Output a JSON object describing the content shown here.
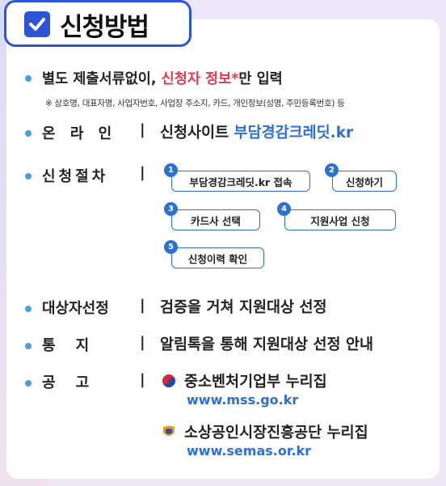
{
  "header": {
    "title": "신청방법"
  },
  "intro": {
    "prefix": "별도 제출서류없이, ",
    "highlight": "신청자 정보*",
    "suffix": "만 입력",
    "note": "※ 상호명, 대표자명, 사업자번호, 사업장 주소지, 카드, 개인정보(성명, 주민등록번호) 등"
  },
  "online": {
    "label": "온 라 인",
    "sep": "|",
    "text": "신청사이트 ",
    "link": "부담경감크레딧.kr"
  },
  "procedure": {
    "label": "신청절차",
    "sep": "|",
    "steps": [
      {
        "num": "1",
        "label": "부담경감크레딧.kr 접속"
      },
      {
        "num": "2",
        "label": "신청하기"
      },
      {
        "num": "3",
        "label": "카드사 선택"
      },
      {
        "num": "4",
        "label": "지원사업 신청"
      },
      {
        "num": "5",
        "label": "신청이력 확인"
      }
    ]
  },
  "selection": {
    "label": "대상자선정",
    "sep": "|",
    "text": "검증을 거쳐 지원대상 선정"
  },
  "notice": {
    "label": "통    지",
    "sep": "|",
    "text": "알림톡을 통해 지원대상 선정 안내"
  },
  "announce": {
    "label": "공    고",
    "sep": "|",
    "items": [
      {
        "icon": "korea-government-logo-icon",
        "title": "중소벤처기업부 누리집",
        "url": "www.mss.go.kr"
      },
      {
        "icon": "semas-logo-icon",
        "title": "소상공인시장진흥공단 누리집",
        "url": "www.semas.or.kr"
      }
    ]
  },
  "colors": {
    "accent": "#2e54d6",
    "link": "#2e6fd2",
    "highlight": "#e8374e",
    "bullet": "#4aa0d8"
  }
}
